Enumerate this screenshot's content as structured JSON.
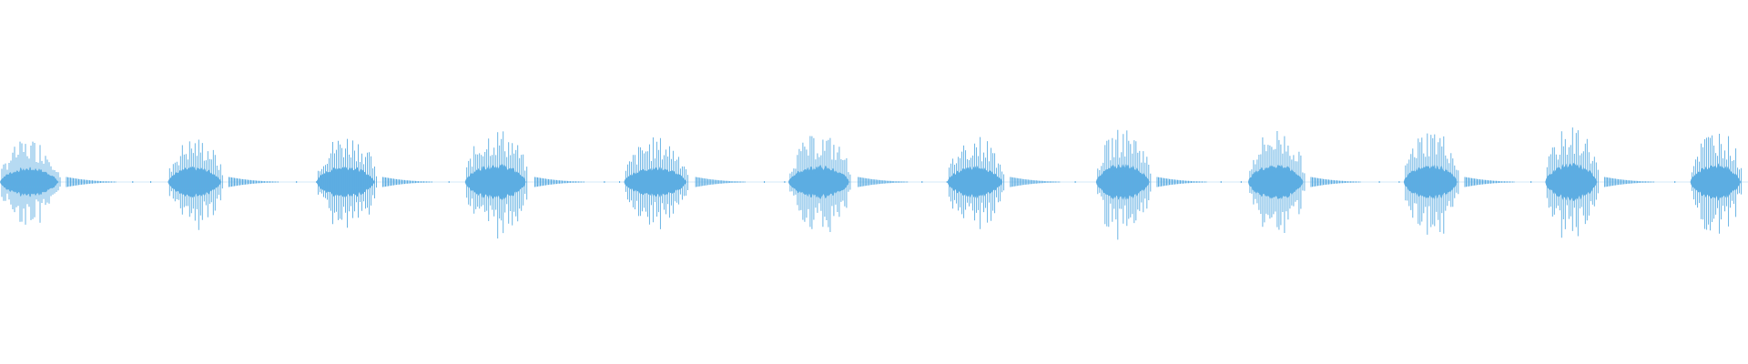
{
  "waveform": {
    "color": "#5dade2",
    "background": "#ffffff",
    "bursts": [
      {
        "index": 1,
        "start": 0.0,
        "end": 0.038,
        "peak": 0.24
      },
      {
        "index": 2,
        "start": 0.096,
        "end": 0.131,
        "peak": 0.25
      },
      {
        "index": 3,
        "start": 0.181,
        "end": 0.219,
        "peak": 0.27
      },
      {
        "index": 4,
        "start": 0.266,
        "end": 0.306,
        "peak": 0.3
      },
      {
        "index": 5,
        "start": 0.357,
        "end": 0.398,
        "peak": 0.25
      },
      {
        "index": 6,
        "start": 0.451,
        "end": 0.491,
        "peak": 0.27
      },
      {
        "index": 7,
        "start": 0.542,
        "end": 0.578,
        "peak": 0.26
      },
      {
        "index": 8,
        "start": 0.627,
        "end": 0.662,
        "peak": 0.3
      },
      {
        "index": 9,
        "start": 0.714,
        "end": 0.75,
        "peak": 0.3
      },
      {
        "index": 10,
        "start": 0.803,
        "end": 0.838,
        "peak": 0.3
      },
      {
        "index": 11,
        "start": 0.884,
        "end": 0.918,
        "peak": 0.31
      },
      {
        "index": 12,
        "start": 0.967,
        "end": 1.0,
        "peak": 0.3
      }
    ]
  }
}
